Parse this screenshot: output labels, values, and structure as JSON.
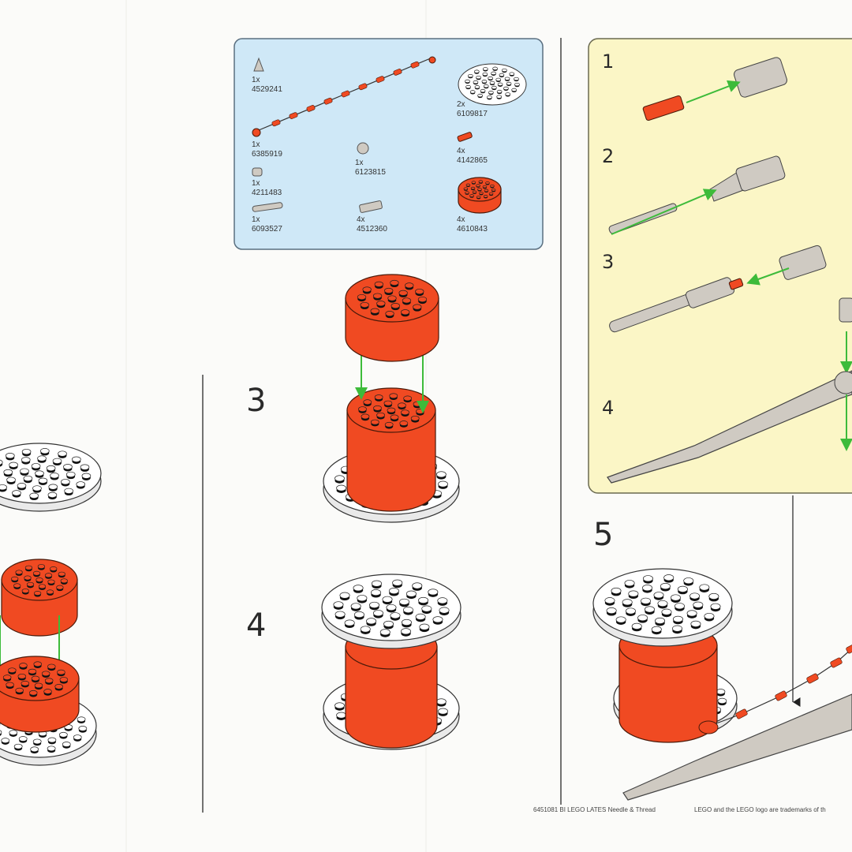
{
  "inventory": [
    {
      "qty": "1x",
      "part": "4529241"
    },
    {
      "qty": "1x",
      "part": "6385919"
    },
    {
      "qty": "1x",
      "part": "4211483"
    },
    {
      "qty": "1x",
      "part": "6093527"
    },
    {
      "qty": "1x",
      "part": "6123815"
    },
    {
      "qty": "4x",
      "part": "4512360"
    },
    {
      "qty": "2x",
      "part": "6109817"
    },
    {
      "qty": "4x",
      "part": "4142865"
    },
    {
      "qty": "4x",
      "part": "4610843"
    }
  ],
  "steps": {
    "main_3": "3",
    "main_4": "4",
    "main_5": "5",
    "sub_1": "1",
    "sub_2": "2",
    "sub_3": "3",
    "sub_4": "4"
  },
  "footer": {
    "code": "6451081 BI LEGO LATES Needle & Thread",
    "trademark": "LEGO and the LEGO logo are trademarks of th"
  },
  "colors": {
    "brick_red": "#f04a22",
    "inventory_bg": "#cfe8f7",
    "sub_panel_bg": "#fbf6c6",
    "arrow_green": "#3dbb3a",
    "plate_white": "#ffffff",
    "grey_part": "#cfcac2"
  }
}
